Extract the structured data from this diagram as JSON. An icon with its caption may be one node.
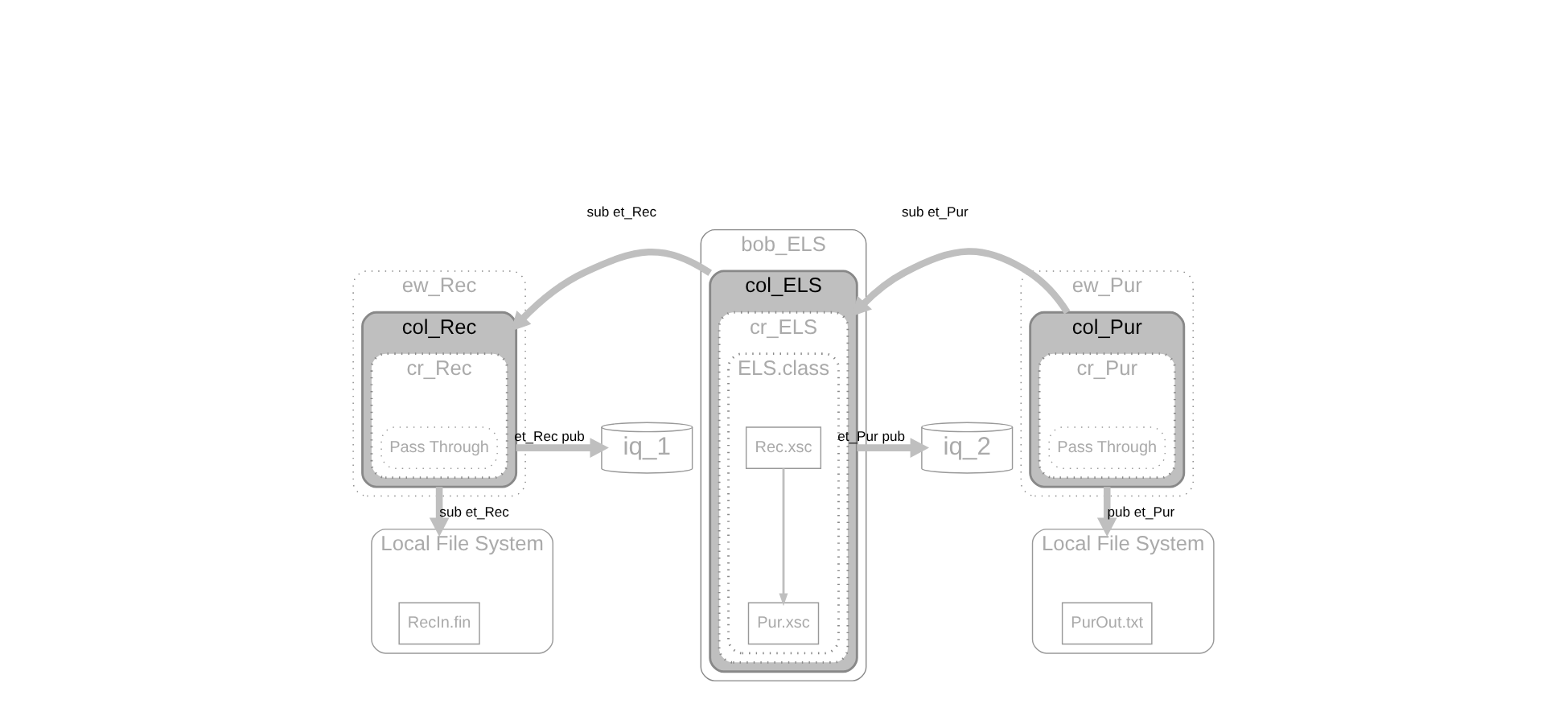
{
  "diagram": {
    "nodes": [
      {
        "text": [
          "ew_Rec"
        ]
      },
      {
        "text": [
          "col_Rec"
        ],
        "in": 0
      },
      {
        "text": [
          "cr_Rec"
        ],
        "in": 1
      },
      {
        "text": [
          "Pass Through"
        ],
        "in": 2
      },
      {
        "text": [
          "iq_1"
        ]
      },
      {
        "text": [
          "bob_ELS"
        ]
      },
      {
        "text": [
          "col_ELS"
        ],
        "in": 5
      },
      {
        "text": [
          "cr_ELS"
        ],
        "in": 6
      },
      {
        "text": [
          "ELS.class"
        ],
        "in": 7
      },
      {
        "text": [
          "Rec.xsc"
        ],
        "in": 8
      },
      {
        "text": [
          "Pur.xsc"
        ],
        "in": 8
      },
      {
        "text": [
          "iq_2"
        ]
      },
      {
        "text": [
          "ew_Pur"
        ]
      },
      {
        "text": [
          "col_Pur"
        ],
        "in": 12
      },
      {
        "text": [
          "cr_Pur"
        ],
        "in": 13
      },
      {
        "text": [
          "Pass Through"
        ],
        "in": 14
      },
      {
        "text": [
          "Local File System"
        ]
      },
      {
        "text": [
          "RecIn.fin"
        ],
        "in": 16
      },
      {
        "text": [
          "Local File System"
        ]
      },
      {
        "text": [
          "PurOut.txt"
        ],
        "in": 18
      }
    ],
    "edges": [
      {
        "from": 1,
        "to": 4,
        "arrow": "to",
        "label": "et_Rec pub"
      },
      {
        "from": 6,
        "to": 1,
        "arrow": "to",
        "label": "sub et_Rec"
      },
      {
        "from": 6,
        "to": 11,
        "arrow": "to",
        "label": "et_Pur pub"
      },
      {
        "from": 13,
        "to": 6,
        "arrow": "to",
        "label": "sub et_Pur"
      },
      {
        "from": 1,
        "to": 16,
        "arrow": "to",
        "label": "sub et_Rec"
      },
      {
        "from": 13,
        "to": 18,
        "arrow": "to",
        "label": "pub et_Pur"
      },
      {
        "from": 9,
        "to": 10,
        "arrow": "to"
      }
    ]
  }
}
